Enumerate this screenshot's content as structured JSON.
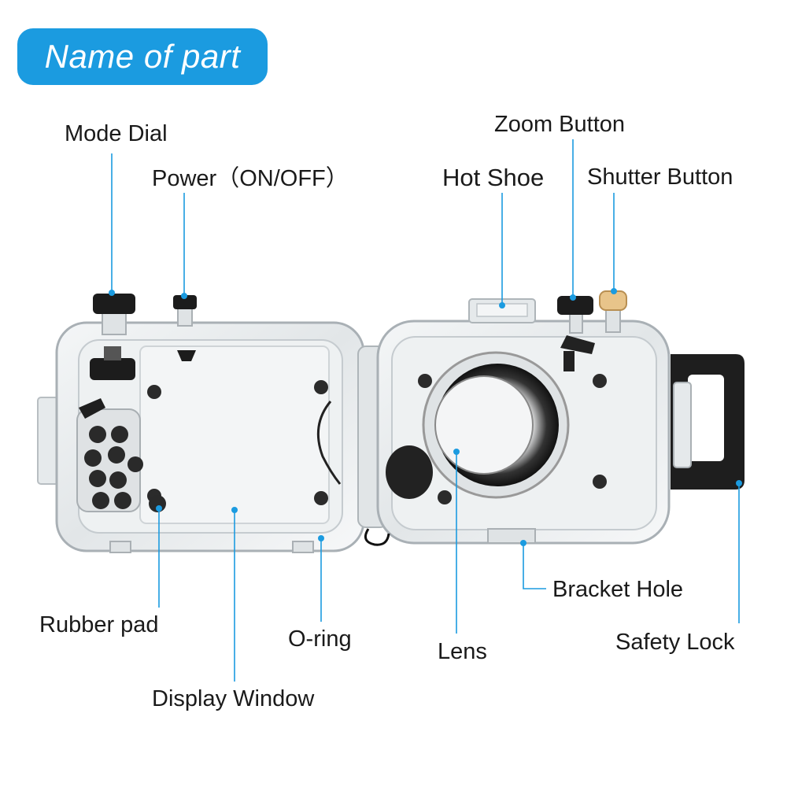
{
  "title": "Name of part",
  "accent_color": "#1b9be0",
  "labels": {
    "mode_dial": "Mode Dial",
    "power": "Power（ON/OFF）",
    "hot_shoe": "Hot Shoe",
    "zoom_button": "Zoom Button",
    "shutter_button": "Shutter Button",
    "rubber_pad": "Rubber pad",
    "display_window": "Display Window",
    "o_ring": "O-ring",
    "lens": "Lens",
    "bracket_hole": "Bracket Hole",
    "safety_lock": "Safety Lock"
  }
}
